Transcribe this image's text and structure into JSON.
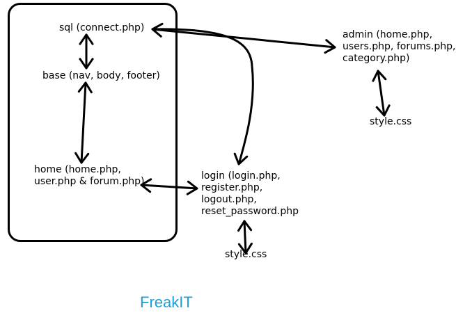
{
  "diagram": {
    "nodes": {
      "sql": [
        "sql (connect.php)"
      ],
      "base": [
        "base (nav, body, footer)"
      ],
      "home": [
        "home (home.php,",
        "user.php & forum.php)"
      ],
      "login": [
        "login (login.php,",
        "register.php,",
        "logout.php,",
        "reset_password.php"
      ],
      "admin": [
        "admin (home.php,",
        "users.php, forums.php,",
        "category.php)"
      ],
      "style_admin": [
        "style.css"
      ],
      "style_login": [
        "style.css"
      ]
    },
    "edges": [
      {
        "from": "sql",
        "to": "base",
        "arrows": "both"
      },
      {
        "from": "base",
        "to": "home",
        "arrows": "both"
      },
      {
        "from": "sql",
        "to": "admin",
        "arrows": "both"
      },
      {
        "from": "sql",
        "to": "login",
        "arrows": "end"
      },
      {
        "from": "home",
        "to": "login",
        "arrows": "both"
      },
      {
        "from": "admin",
        "to": "style_admin",
        "arrows": "both"
      },
      {
        "from": "login",
        "to": "style_login",
        "arrows": "both"
      }
    ],
    "footer_title": "FreakIT",
    "colors": {
      "ink": "#000000",
      "footer_title": "#1b9fd8",
      "background": "#ffffff"
    }
  }
}
